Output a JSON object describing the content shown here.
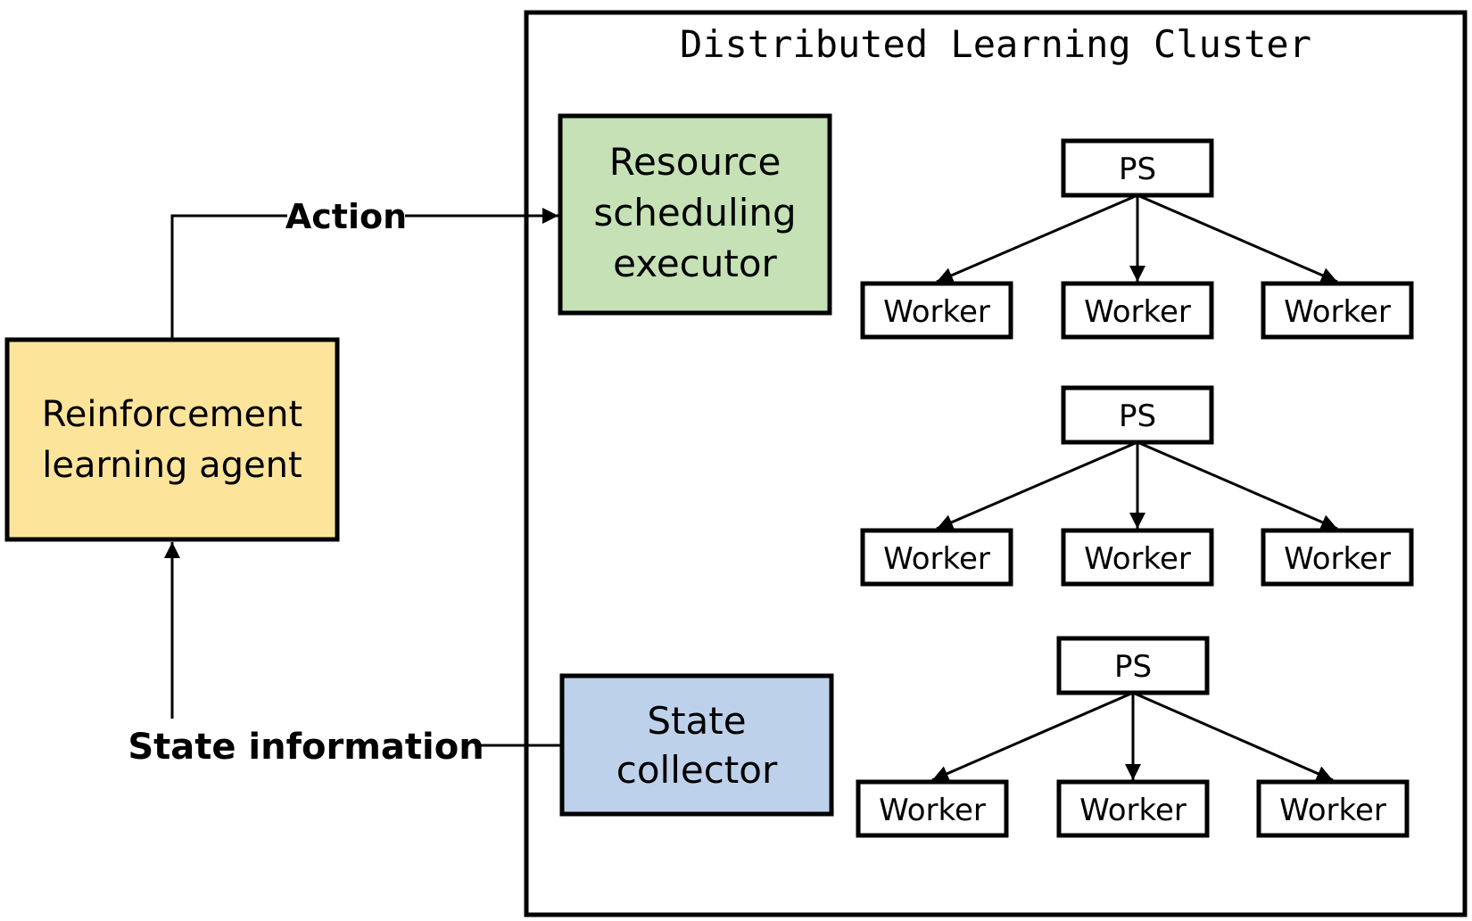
{
  "cluster": {
    "title": "Distributed Learning Cluster"
  },
  "agent": {
    "lines": [
      "Reinforcement",
      "learning agent"
    ],
    "fill": "#fde49b"
  },
  "executor": {
    "lines": [
      "Resource",
      "scheduling",
      "executor"
    ],
    "fill": "#c5e1b5"
  },
  "collector": {
    "lines": [
      "State",
      "collector"
    ],
    "fill": "#bed1ea"
  },
  "edges": {
    "action": "Action",
    "state": "State information"
  },
  "groups": [
    {
      "ps": "PS",
      "workers": [
        "Worker",
        "Worker",
        "Worker"
      ]
    },
    {
      "ps": "PS",
      "workers": [
        "Worker",
        "Worker",
        "Worker"
      ]
    },
    {
      "ps": "PS",
      "workers": [
        "Worker",
        "Worker",
        "Worker"
      ]
    }
  ]
}
